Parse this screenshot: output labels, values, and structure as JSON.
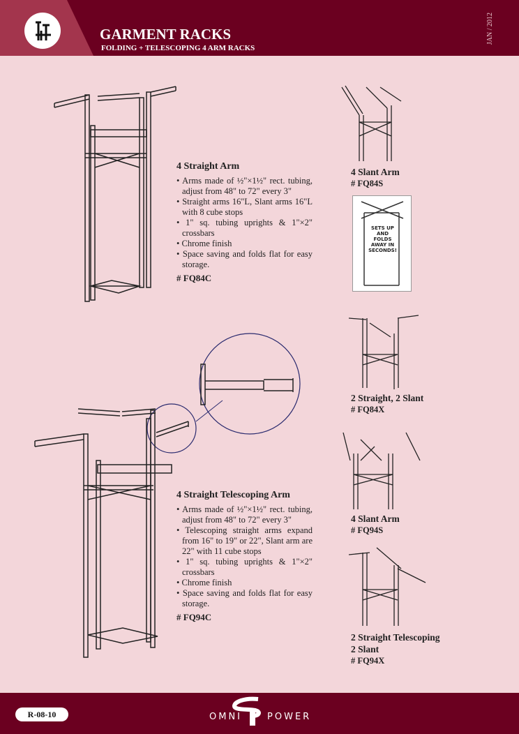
{
  "header": {
    "title": "GARMENT RACKS",
    "subtitle": "FOLDING + TELESCOPING 4 ARM RACKS",
    "date": "JAN / 2012",
    "logo_icon": "rack-logo-icon"
  },
  "products": [
    {
      "title": "4 Straight Arm",
      "bullets": [
        "Arms made of ½\"×1½\" rect. tubing, adjust from 48\" to 72\" every 3\"",
        "Straight arms 16\"L, Slant arms 16\"L with 8 cube stops",
        "1\" sq. tubing uprights & 1\"×2\" crossbars",
        "Chrome finish",
        "Space saving and folds flat for easy storage."
      ],
      "sku": "# FQ84C"
    },
    {
      "title": "4 Straight Telescoping Arm",
      "bullets": [
        "Arms made of ½\"×1½\" rect. tubing, adjust from 48\" to 72\" every 3\"",
        "Telescoping straight arms expand from 16\" to 19\" or 22\", Slant arm are 22\" with 11 cube stops",
        "1\" sq. tubing uprights & 1\"×2\" crossbars",
        "Chrome finish",
        "Space saving and folds flat for easy storage."
      ],
      "sku": "# FQ94C"
    }
  ],
  "variants": [
    {
      "title": "4 Slant Arm",
      "sku": "# FQ84S"
    },
    {
      "title": "2 Straight, 2 Slant",
      "sku": "# FQ84X"
    },
    {
      "title": "4 Slant Arm",
      "sku": "# FQ94S"
    },
    {
      "title": "2 Straight Telescoping",
      "title2": "2 Slant",
      "sku": "# FQ94X"
    }
  ],
  "photo_text": "SETS UP AND FOLDS AWAY IN SECONDS!",
  "footer": {
    "code": "R-08-10",
    "brand_left": "OMNI",
    "brand_right": "POWER"
  }
}
